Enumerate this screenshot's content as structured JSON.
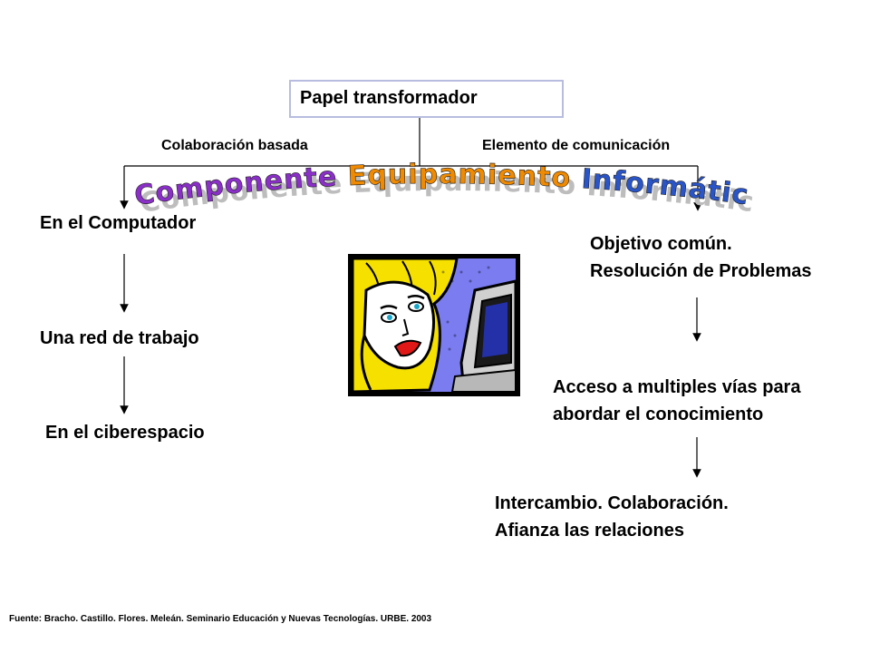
{
  "header": {
    "title": "Papel transformador"
  },
  "branches": {
    "left_label": "Colaboración  basada",
    "right_label": "Elemento de comunicación"
  },
  "wordart": {
    "word1": "Componente",
    "word2": "Equipamiento",
    "word3": "Informático",
    "colors": {
      "purple": "#8b2fc9",
      "orange": "#f08a00",
      "green": "#4caf50",
      "blue": "#2a55c8"
    }
  },
  "left_column": {
    "item1": "En el Computador",
    "item2": "Una red de trabajo",
    "item3": "En el ciberespacio"
  },
  "right_column": {
    "item1_line1": "Objetivo común.",
    "item1_line2": "Resolución de Problemas",
    "item2_line1": "Acceso a multiples vías para",
    "item2_line2": "abordar el conocimiento",
    "item3_line1": "Intercambio. Colaboración.",
    "item3_line2": "Afianza las relaciones"
  },
  "illustration": {
    "icon": "woman-at-computer-clipart"
  },
  "footer": {
    "source": "Fuente: Bracho. Castillo. Flores. Meleán. Seminario Educación y Nuevas Tecnologías. URBE. 2003"
  }
}
